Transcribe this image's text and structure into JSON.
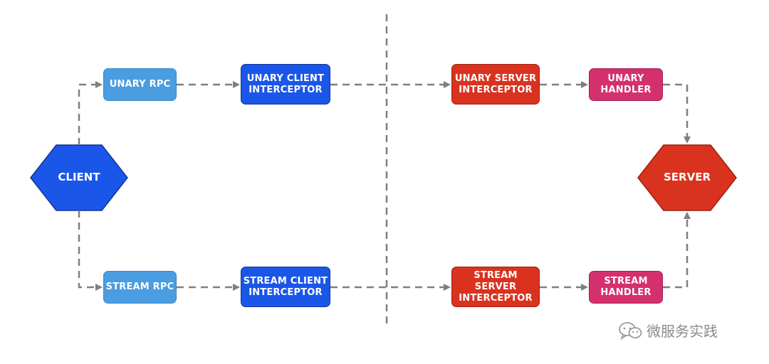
{
  "client": {
    "label": "CLIENT"
  },
  "server": {
    "label": "SERVER"
  },
  "boxes": {
    "unary_rpc": {
      "line1": "UNARY RPC",
      "line2": ""
    },
    "unary_client_interceptor": {
      "line1": "UNARY CLIENT",
      "line2": "INTERCEPTOR"
    },
    "unary_server_interceptor": {
      "line1": "UNARY SERVER",
      "line2": "INTERCEPTOR"
    },
    "unary_handler": {
      "line1": "UNARY",
      "line2": "HANDLER"
    },
    "stream_rpc": {
      "line1": "STREAM RPC",
      "line2": ""
    },
    "stream_client_interceptor": {
      "line1": "STREAM CLIENT",
      "line2": "INTERCEPTOR"
    },
    "stream_server_interceptor": {
      "line1": "STREAM SERVER",
      "line2": "INTERCEPTOR"
    },
    "stream_handler": {
      "line1": "STREAM",
      "line2": "HANDLER"
    }
  },
  "watermark": {
    "text": "微服务实践",
    "icon": "wechat-icon"
  },
  "colors": {
    "client_blue": "#1a56e8",
    "rpc_light_blue": "#4a9de0",
    "server_red": "#d93320",
    "handler_pink": "#d5306e",
    "connector_gray": "#7f7f7f"
  }
}
